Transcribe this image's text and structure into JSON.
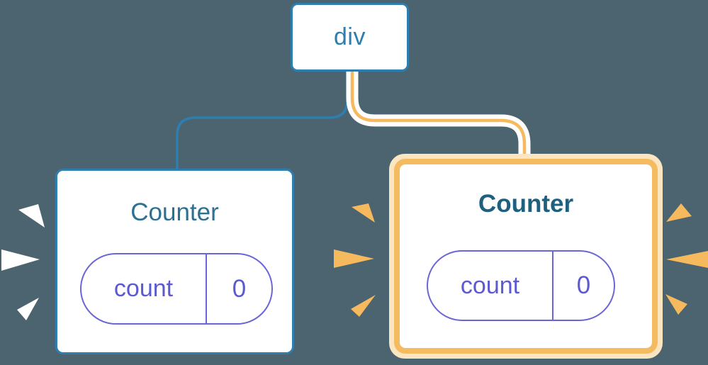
{
  "tree": {
    "root": {
      "label": "div"
    },
    "left": {
      "title": "Counter",
      "state": {
        "key": "count",
        "value": "0"
      },
      "highlighted": false
    },
    "right": {
      "title": "Counter",
      "state": {
        "key": "count",
        "value": "0"
      },
      "highlighted": true
    }
  },
  "colors": {
    "background": "#4B646F",
    "blue": "#2E7EAF",
    "title_left": "#2E7092",
    "title_right": "#1F6080",
    "purple_border": "#6B66D6",
    "purple_text": "#5D5AD1",
    "orange": "#F6B95E",
    "orange_ring": "#F5BB61",
    "orange_halo": "#FBE6C1",
    "spark_left": "#FFFFFF",
    "card_background": "#FFFFFF"
  }
}
